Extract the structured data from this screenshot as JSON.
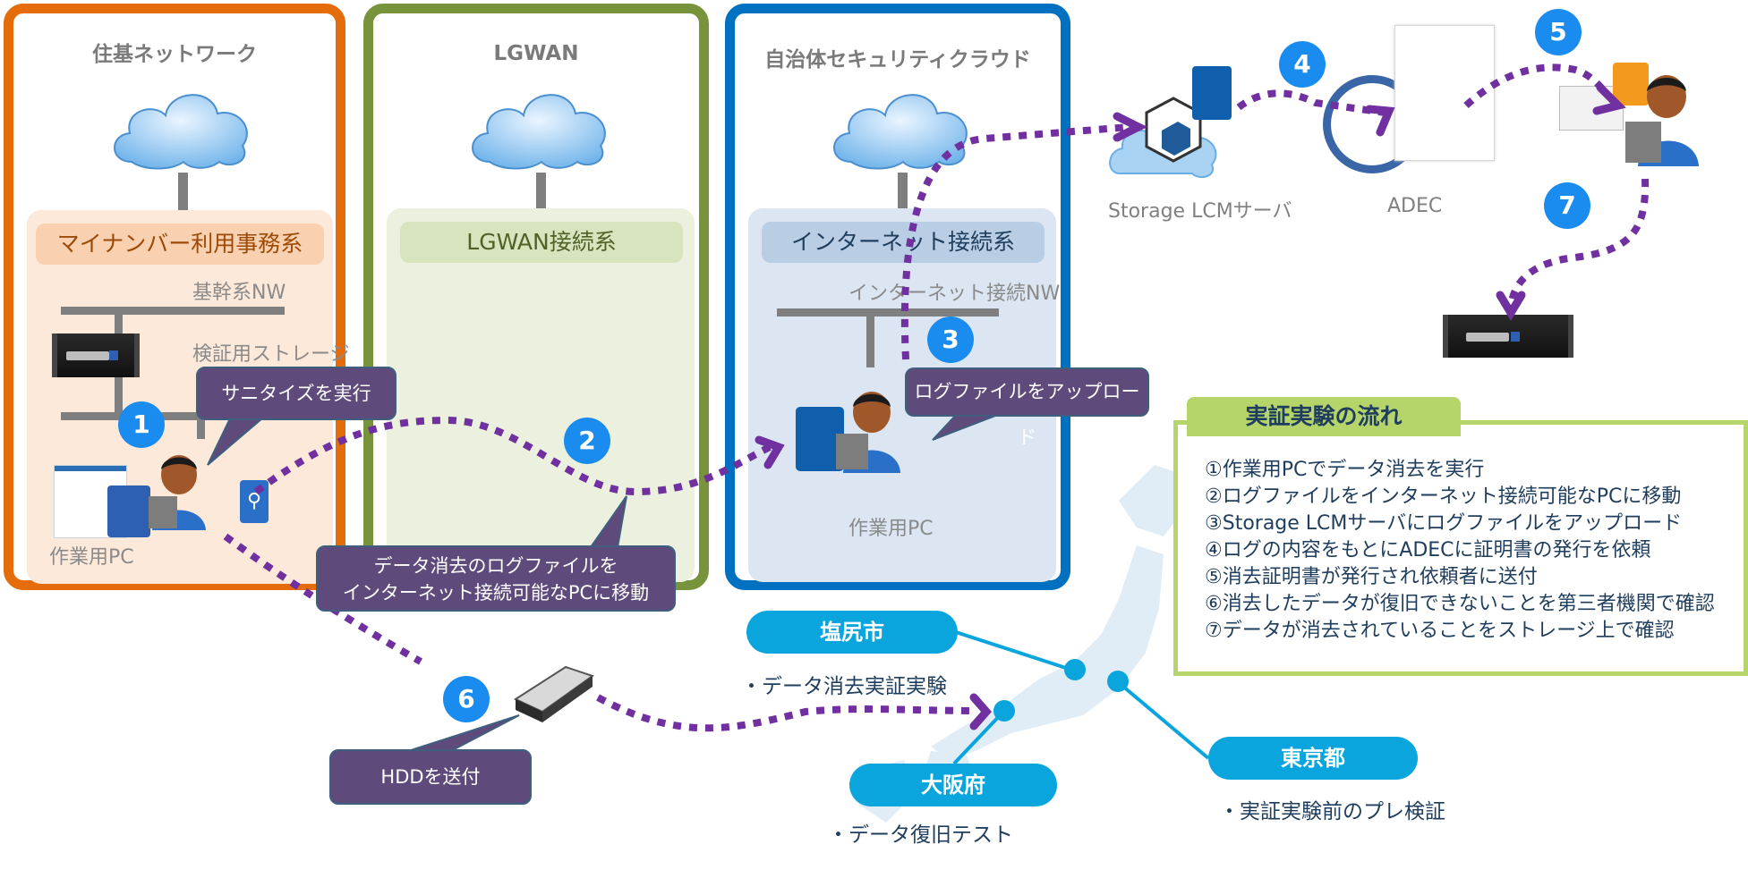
{
  "zones": [
    {
      "title": "住基ネットワーク",
      "border": "#e46c0a",
      "area_bg": "#fde9d9",
      "head_bg": "#fad1b0",
      "head_color": "#9c4a07",
      "subhead": "マイナンバー利用事務系",
      "network": "基幹系NW",
      "storage_label": "検証用ストレージ",
      "pc_label": "作業用PC"
    },
    {
      "title": "LGWAN",
      "border": "#77933c",
      "area_bg": "#ebf1de",
      "head_bg": "#d7e4bd",
      "head_color": "#4f6228",
      "subhead": "LGWAN接続系"
    },
    {
      "title": "自治体セキュリティクラウド",
      "border": "#0070c0",
      "area_bg": "#dce6f2",
      "head_bg": "#b9cde5",
      "head_color": "#1f3d5c",
      "subhead": "インターネット接続系",
      "network": "インターネット接続NW",
      "pc_label": "作業用PC"
    }
  ],
  "external": {
    "storage_lcm_label": "Storage LCMサーバ",
    "adec_label": "ADEC"
  },
  "callouts": {
    "sanitize": "サニタイズを実行",
    "move_log_line1": "データ消去のログファイルを",
    "move_log_line2": "インターネット接続可能なPCに移動",
    "upload_log": "ログファイルをアップロード",
    "send_hdd": "HDDを送付"
  },
  "step_numbers": [
    "1",
    "2",
    "3",
    "4",
    "5",
    "6",
    "7"
  ],
  "flow_panel": {
    "title": "実証実験の流れ",
    "steps": [
      "①作業用PCでデータ消去を実行",
      "②ログファイルをインターネット接続可能なPCに移動",
      "③Storage LCMサーバにログファイルをアップロード",
      "④ログの内容をもとにADECに証明書の発行を依頼",
      "⑤消去証明書が発行され依頼者に送付",
      "⑥消去したデータが復旧できないことを第三者機関で確認",
      "⑦データが消去されていることをストレージ上で確認"
    ]
  },
  "locations": [
    {
      "name": "塩尻市",
      "note": "・データ消去実証実験"
    },
    {
      "name": "大阪府",
      "note": "・データ復旧テスト"
    },
    {
      "name": "東京都",
      "note": "・実証実験前のプレ検証"
    }
  ],
  "colors": {
    "arrow": "#7030a0",
    "step_circle": "#1a8cf0",
    "callout_bg": "#5e4a7b",
    "pill": "#0aa5dd",
    "flow_border": "#b5d56a"
  }
}
